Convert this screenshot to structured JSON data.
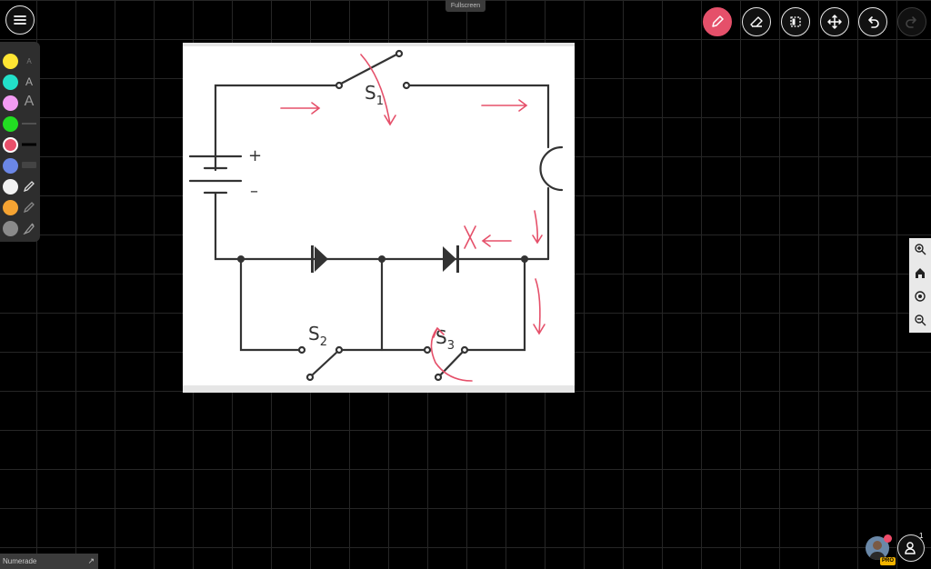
{
  "fullscreen_label": "Fullscreen",
  "toolbar": {
    "menu": "menu-icon",
    "tools": [
      "pen-icon",
      "eraser-icon",
      "select-icon",
      "move-icon",
      "undo-icon",
      "redo-icon"
    ],
    "active_tool": "pen",
    "active_color": "#e5506a"
  },
  "palette": {
    "colors": [
      "#ffe533",
      "#22e0c9",
      "#f29bf2",
      "#22dd22",
      "#e8506a",
      "#6b87e6",
      "#f2f2f2",
      "#f5a332",
      "#8a8a8a"
    ],
    "selected_color": "#e8506a",
    "tools": [
      "A",
      "A",
      "A"
    ]
  },
  "diagram": {
    "labels": {
      "s1": "S",
      "s1_sub": "1",
      "s2": "S",
      "s2_sub": "2",
      "s3": "S",
      "s3_sub": "3",
      "plus": "+",
      "minus": "–"
    },
    "annotation_color": "#e5506a"
  },
  "zoom": [
    "zoom-in-icon",
    "home-icon",
    "center-icon",
    "zoom-out-icon"
  ],
  "footer": {
    "name": "Numerade",
    "users_count": "1",
    "pro_badge": "PRO"
  }
}
